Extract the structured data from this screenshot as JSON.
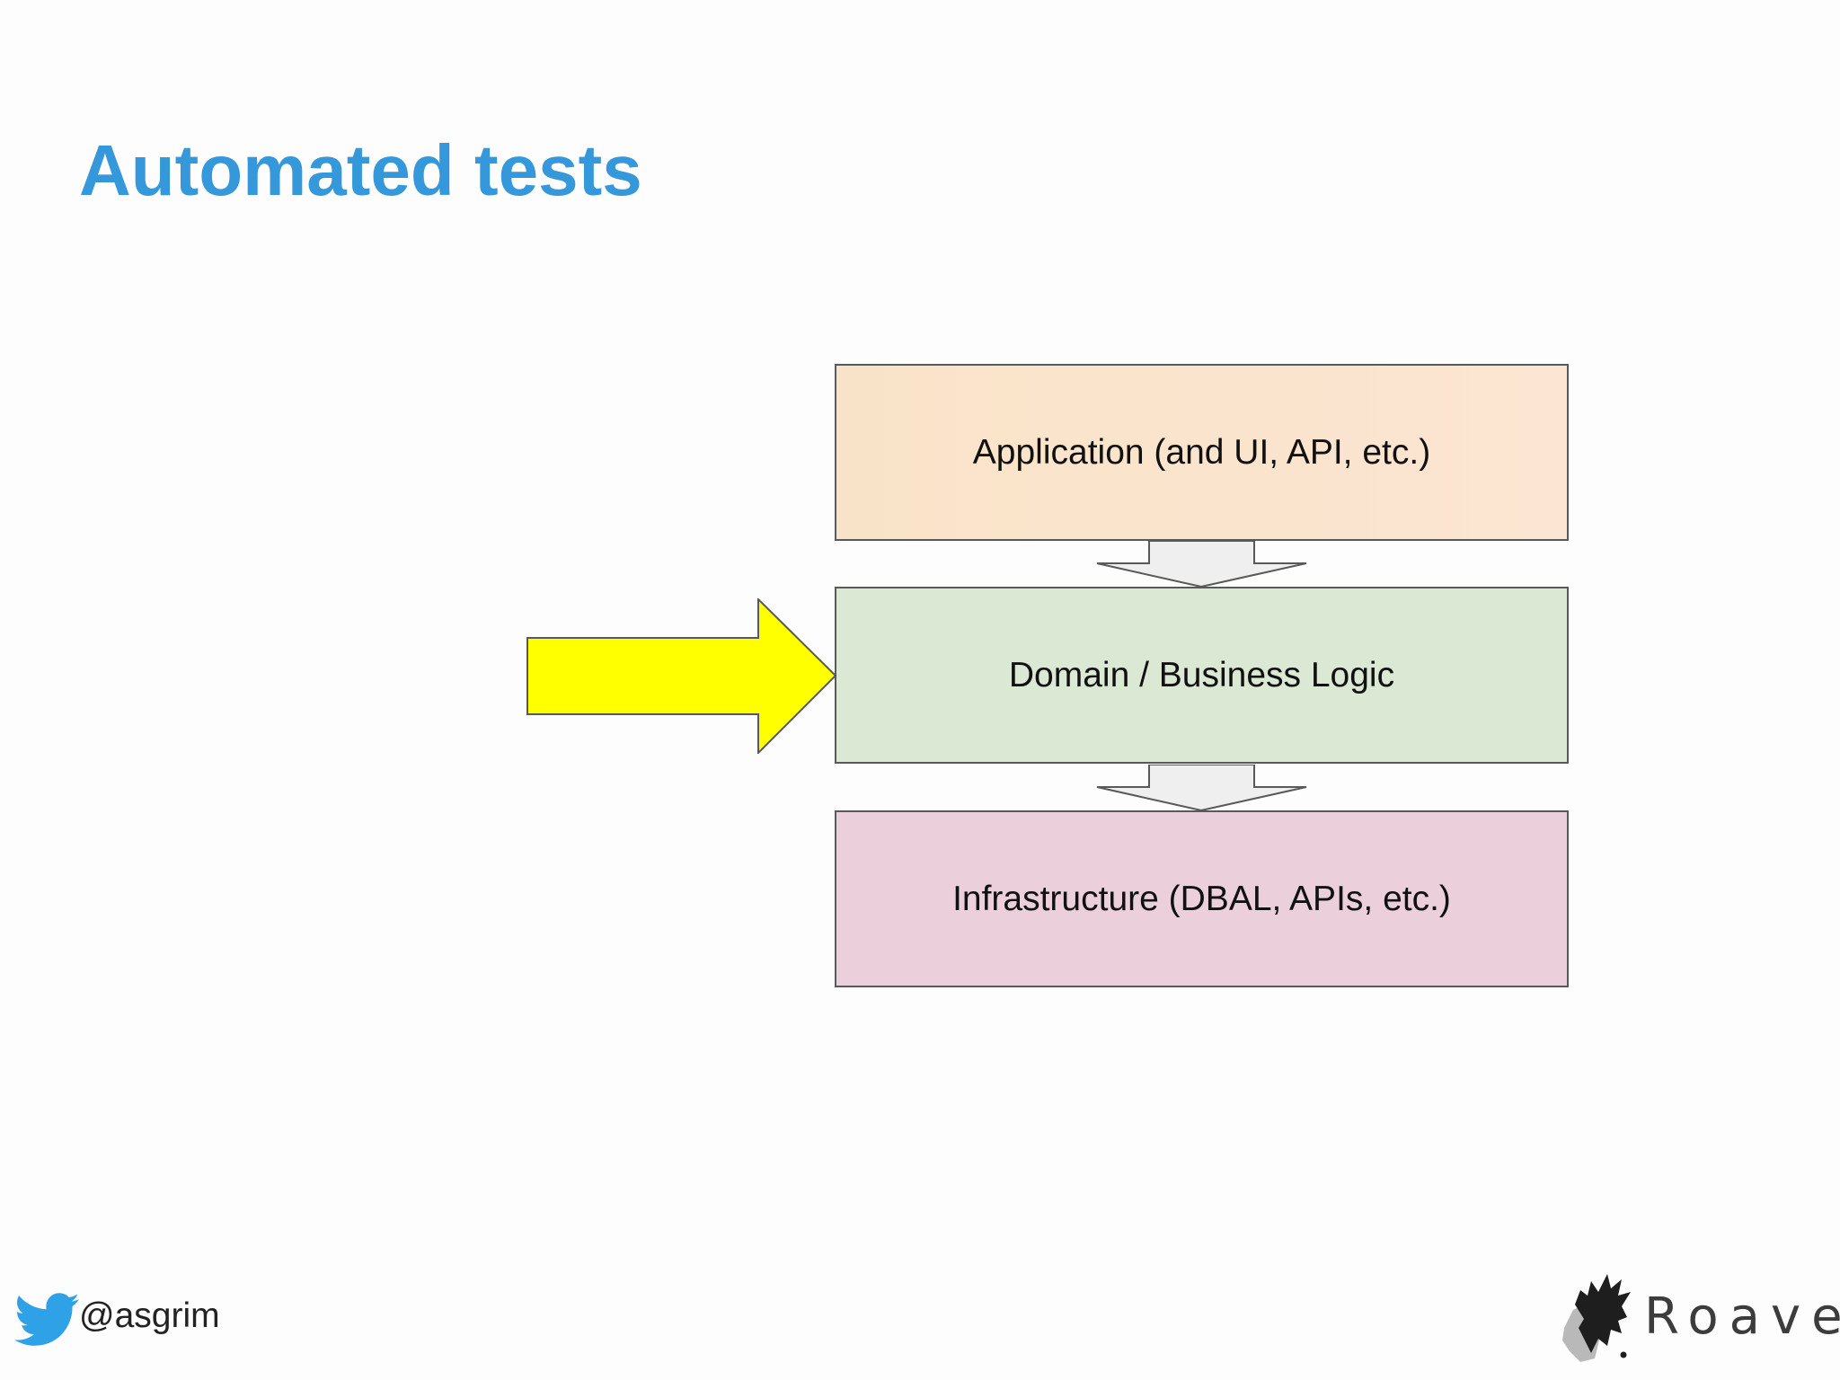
{
  "slide": {
    "title": "Automated tests"
  },
  "diagram": {
    "layers": [
      {
        "label": "Application (and UI, API, etc.)"
      },
      {
        "label": "Domain / Business Logic"
      },
      {
        "label": "Infrastructure (DBAL, APIs, etc.)"
      }
    ],
    "highlighted_layer": "Domain / Business Logic",
    "colors": {
      "title": "#3498db",
      "application_fill": "#fbe4cd",
      "domain_fill": "#dae8d4",
      "infrastructure_fill": "#ebd0db",
      "connector_fill": "#efefef",
      "pointer_fill": "#ffff00",
      "border": "#595959"
    }
  },
  "footer": {
    "twitter_icon": "twitter-bird-icon",
    "handle": "@asgrim",
    "logo_icon": "roave-logo-icon",
    "logo_text": "Roave"
  }
}
